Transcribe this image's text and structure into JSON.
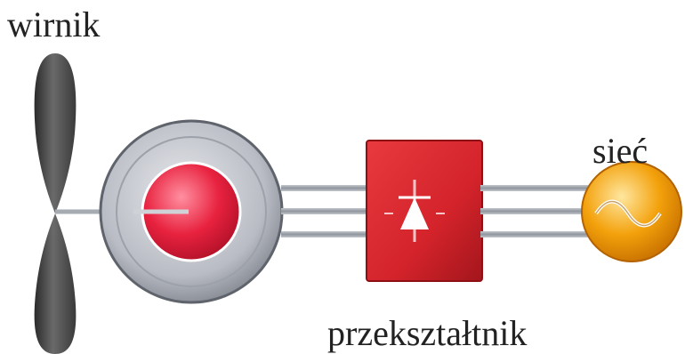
{
  "labels": {
    "rotor": "wirnik",
    "grid": "sieć",
    "converter": "przekształtnik"
  },
  "icons": {
    "rotor": "turbine-blade-icon",
    "generator": "generator-icon",
    "converter": "diode-rectifier-icon",
    "grid": "ac-sine-wave-icon"
  },
  "colors": {
    "blade": "#4a4a4a",
    "generator_outer": "#b9bcc4",
    "generator_inner": "#e8223f",
    "converter": "#d4232b",
    "grid": "#f3a10b",
    "lines": "#9aa0a8",
    "text": "#222222"
  }
}
